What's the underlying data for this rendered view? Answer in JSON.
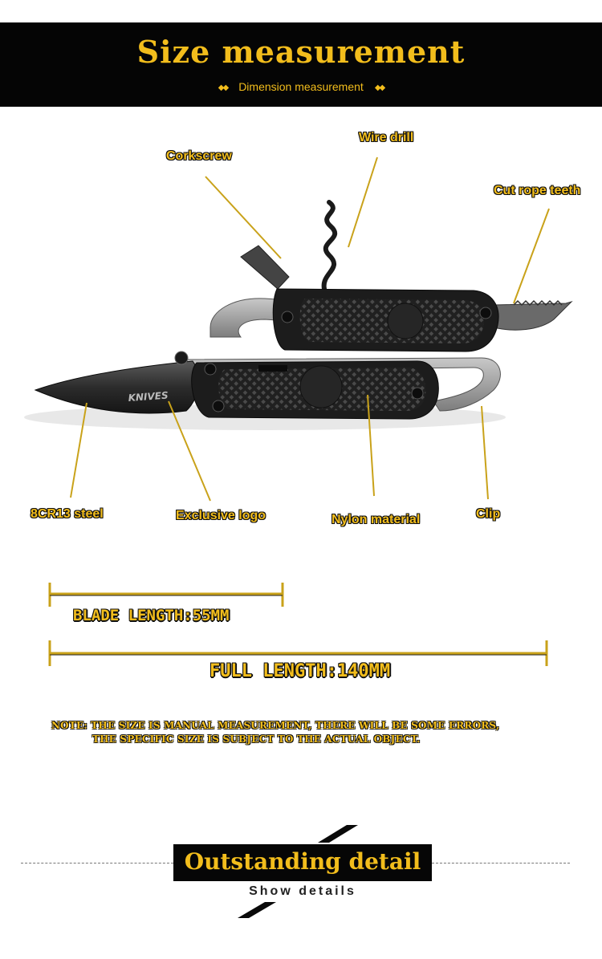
{
  "header": {
    "title": "Size measurement",
    "subtitle": "Dimension measurement"
  },
  "callouts": {
    "corkscrew": "Corkscrew",
    "wire_drill": "Wire drill",
    "cut_rope_teeth": "Cut rope teeth",
    "steel": "8CR13 steel",
    "logo": "Exclusive logo",
    "nylon": "Nylon material",
    "clip": "Clip"
  },
  "brand_mark": "KNIVES",
  "dimensions": {
    "blade": "BLADE LENGTH:55MM",
    "full": "FULL LENGTH:140MM"
  },
  "note": {
    "line1": "NOTE: THE SIZE IS MANUAL MEASUREMENT, THERE WILL BE SOME ERRORS,",
    "line2": "THE SPECIFIC SIZE IS SUBJECT TO THE ACTUAL OBJECT."
  },
  "section": {
    "title": "Outstanding detail",
    "subtitle": "Show details"
  },
  "colors": {
    "accent": "#f2bd1c",
    "banner": "#050505",
    "handle": "#1c1c1c",
    "metal": "#9a9a9a"
  }
}
